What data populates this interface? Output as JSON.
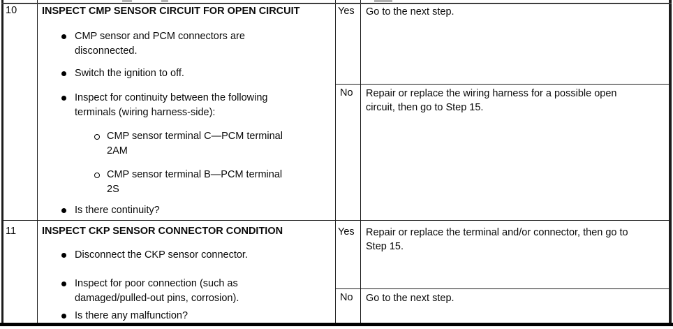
{
  "document": {
    "steps": [
      {
        "number": "10",
        "action": {
          "title": "INSPECT CMP SENSOR CIRCUIT FOR OPEN CIRCUIT",
          "bullets": [
            {
              "lines": [
                "CMP sensor and PCM connectors are",
                "disconnected."
              ]
            },
            {
              "lines": [
                "Switch the ignition to off."
              ]
            },
            {
              "lines": [
                "Inspect for continuity between the following",
                "terminals (wiring harness-side):"
              ]
            }
          ],
          "sub_bullets": [
            {
              "lines": [
                "CMP sensor terminal C—PCM terminal",
                "2AM"
              ]
            },
            {
              "lines": [
                "CMP sensor terminal B—PCM terminal",
                "2S"
              ]
            }
          ],
          "final_bullet": {
            "lines": [
              "Is there continuity?"
            ]
          }
        },
        "yes": {
          "label": "Yes",
          "lines": [
            "Go to the next step."
          ]
        },
        "no": {
          "label": "No",
          "lines": [
            "Repair or replace the wiring harness for a possible open",
            "circuit, then go to Step 15."
          ]
        }
      },
      {
        "number": "11",
        "action": {
          "title": "INSPECT CKP SENSOR CONNECTOR CONDITION",
          "bullets": [
            {
              "lines": [
                "Disconnect the CKP sensor connector."
              ]
            },
            {
              "lines": [
                "Inspect for poor connection (such as",
                "damaged/pulled-out pins, corrosion)."
              ]
            },
            {
              "lines": [
                "Is there any malfunction?"
              ]
            }
          ]
        },
        "yes": {
          "label": "Yes",
          "lines": [
            "Repair or replace the terminal and/or connector, then go to",
            "Step 15."
          ]
        },
        "no": {
          "label": "No",
          "lines": [
            "Go to the next step."
          ]
        }
      }
    ]
  }
}
